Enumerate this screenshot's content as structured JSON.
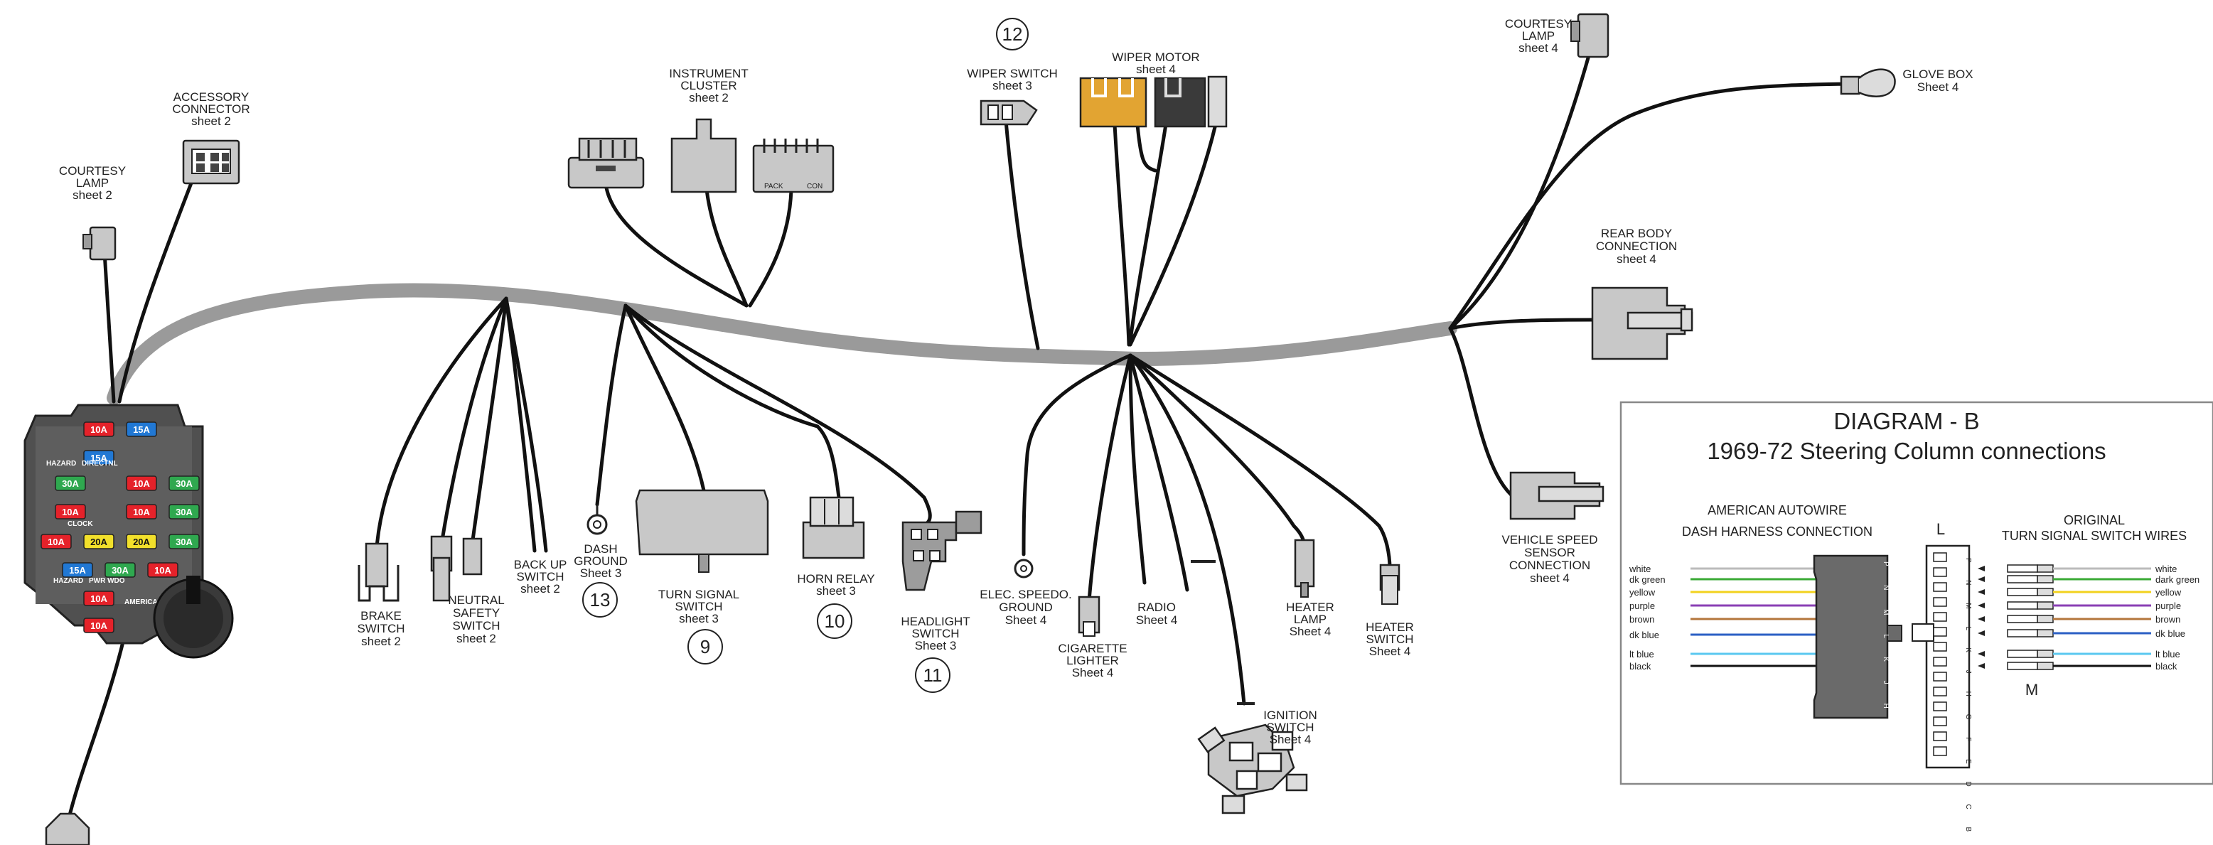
{
  "box": {
    "title": "DIAGRAM - B",
    "subtitle": "1969-72 Steering Column connections",
    "left_heading_1": "AMERICAN AUTOWIRE",
    "left_heading_2": "DASH  HARNESS CONNECTION",
    "right_heading_1": "ORIGINAL",
    "right_heading_2": "TURN SIGNAL SWITCH WIRES",
    "letter_l": "L",
    "letter_m": "M",
    "left_wires": [
      "white",
      "dk green",
      "yellow",
      "purple",
      "brown",
      "dk blue",
      "lt blue",
      "black"
    ],
    "right_wires": [
      "white",
      "dark green",
      "yellow",
      "purple",
      "brown",
      "dk blue",
      "lt blue",
      "black"
    ],
    "wire_colors": [
      "#bbbbbb",
      "#3aaa35",
      "#f2d21e",
      "#8a3fb5",
      "#b4763c",
      "#2b5fc4",
      "#5ac8f0",
      "#111111"
    ],
    "plug_pins": "P N M L K J H G F E D",
    "column_pins": "P N M L K J H G F E D C B A"
  },
  "fuses": [
    {
      "label": "10A",
      "color": "#e5222a"
    },
    {
      "label": "15A",
      "color": "#2178d4"
    },
    {
      "label": "15A",
      "color": "#2178d4"
    },
    {
      "label": "30A",
      "color": "#2fa84f"
    },
    {
      "label": "10A",
      "color": "#e5222a"
    },
    {
      "label": "30A",
      "color": "#2fa84f"
    },
    {
      "label": "10A",
      "color": "#e5222a"
    },
    {
      "label": "10A",
      "color": "#e5222a"
    },
    {
      "label": "30A",
      "color": "#2fa84f"
    },
    {
      "label": "10A",
      "color": "#e5222a"
    },
    {
      "label": "20A",
      "color": "#f2e02b"
    },
    {
      "label": "20A",
      "color": "#f2e02b"
    },
    {
      "label": "30A",
      "color": "#2fa84f"
    },
    {
      "label": "15A",
      "color": "#2178d4"
    },
    {
      "label": "30A",
      "color": "#2fa84f"
    },
    {
      "label": "10A",
      "color": "#e5222a"
    },
    {
      "label": "10A",
      "color": "#e5222a"
    },
    {
      "label": "10A",
      "color": "#e5222a"
    }
  ],
  "fuse_block_text": {
    "t1": "HAZARD",
    "t2": "DIRECTNL",
    "t3": "CLOCK",
    "t4": "HAZARD",
    "t5": "PWR WDO",
    "t6": "AMERICAN AUTOWIRE"
  },
  "labels": {
    "accessory": [
      "ACCESSORY",
      "CONNECTOR",
      "sheet 2"
    ],
    "courtesy_left": [
      "COURTESY",
      "LAMP",
      "sheet 2"
    ],
    "instrument": [
      "INSTRUMENT",
      "CLUSTER",
      "sheet 2"
    ],
    "wiper_switch": [
      "WIPER SWITCH",
      "sheet 3"
    ],
    "wiper_motor": [
      "WIPER MOTOR",
      "sheet 4"
    ],
    "courtesy_top": [
      "COURTESY",
      "LAMP",
      "sheet 4"
    ],
    "glove_box": [
      "GLOVE BOX",
      "Sheet 4"
    ],
    "rear_body": [
      "REAR BODY",
      "CONNECTION",
      "sheet 4"
    ],
    "vss": [
      "VEHICLE SPEED",
      "SENSOR",
      "CONNECTION",
      "sheet 4"
    ],
    "brake": [
      "BRAKE",
      "SWITCH",
      "sheet 2"
    ],
    "neutral": [
      "NEUTRAL",
      "SAFETY",
      "SWITCH",
      "sheet 2"
    ],
    "backup": [
      "BACK UP",
      "SWITCH",
      "sheet 2"
    ],
    "dash_ground": [
      "DASH",
      "GROUND",
      "Sheet 3"
    ],
    "turn_signal": [
      "TURN SIGNAL",
      "SWITCH",
      "sheet 3"
    ],
    "horn": [
      "HORN RELAY",
      "sheet 3"
    ],
    "headlight": [
      "HEADLIGHT",
      "SWITCH",
      "Sheet 3"
    ],
    "speedo": [
      "ELEC. SPEEDO.",
      "GROUND",
      "Sheet 4"
    ],
    "cig": [
      "CIGARETTE",
      "LIGHTER",
      "Sheet 4"
    ],
    "radio": [
      "RADIO",
      "Sheet 4"
    ],
    "heater_lamp": [
      "HEATER",
      "LAMP",
      "Sheet 4"
    ],
    "heater_switch": [
      "HEATER",
      "SWITCH",
      "Sheet 4"
    ],
    "ignition": [
      "IGNITION",
      "SWITCH",
      "Sheet 4"
    ],
    "pack": "PACK",
    "con": "CON"
  },
  "circles": {
    "c12": "12",
    "c13": "13",
    "c9": "9",
    "c10": "10",
    "c11": "11"
  }
}
